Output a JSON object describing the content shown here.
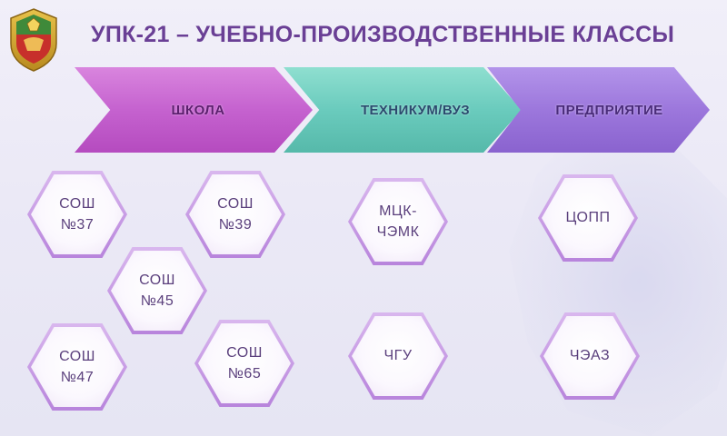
{
  "header": {
    "title": "УПК-21 – УЧЕБНО-ПРОИЗВОДСТВЕННЫЕ КЛАССЫ",
    "emblem_icon": "chuvashia-emblem-icon"
  },
  "stages": [
    {
      "label": "ШКОЛА",
      "color": "#c562cf"
    },
    {
      "label": "ТЕХНИКУМ/ВУЗ",
      "color": "#6acbbd"
    },
    {
      "label": "ПРЕДПРИЯТИЕ",
      "color": "#9c77dc"
    }
  ],
  "schools": [
    {
      "label": "СОШ\n№37"
    },
    {
      "label": "СОШ\n№39"
    },
    {
      "label": "СОШ\n№45"
    },
    {
      "label": "СОШ\n№47"
    },
    {
      "label": "СОШ\n№65"
    }
  ],
  "colleges": [
    {
      "label": "МЦК-\nЧЭМК"
    },
    {
      "label": "ЧГУ"
    }
  ],
  "enterprises": [
    {
      "label": "ЦОПП"
    },
    {
      "label": "ЧЭАЗ"
    }
  ],
  "colors": {
    "title": "#6a3f95",
    "hex_border": "#b884dc",
    "hex_text": "#5a3f7c"
  }
}
